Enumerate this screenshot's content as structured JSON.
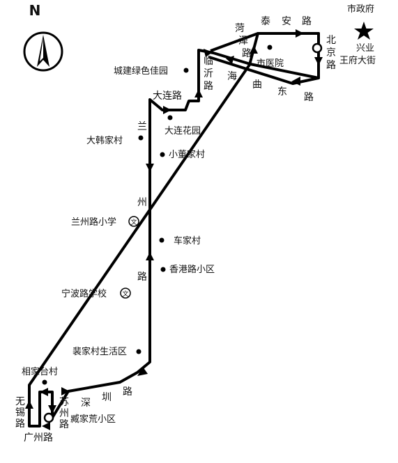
{
  "north_label": "N",
  "colors": {
    "route": "#000000",
    "background": "#ffffff",
    "text": "#111111"
  },
  "icons": [
    "north-arrow-compass-icon",
    "government-star-icon",
    "school-icon",
    "bus-terminal-icon",
    "stop-dot-icon",
    "direction-arrow-icon"
  ],
  "roads": {
    "taian": [
      "泰",
      "安",
      "路"
    ],
    "heze": [
      "菏",
      "泽",
      "路"
    ],
    "beijing": [
      "北",
      "京",
      "路"
    ],
    "haiqudong": [
      "海",
      "曲",
      "东",
      "路"
    ],
    "linyi": [
      "临",
      "沂",
      "路"
    ],
    "dalian": "大连路",
    "lanzhou": [
      "兰",
      "州",
      "路"
    ],
    "shenzhen": [
      "深",
      "圳",
      "路"
    ],
    "suzhou": [
      "苏",
      "州",
      "路"
    ],
    "wuxi": [
      "无",
      "锡",
      "路"
    ],
    "guangzhou": "广州路"
  },
  "places": {
    "city_gov": "市政府",
    "xingye": [
      "兴业",
      "王府大街"
    ],
    "city_hospital": "市医院",
    "chengjian": "城建绿色佳园",
    "dalian_garden": "大连花园",
    "dahan": "大韩家村",
    "xiaodong": "小董家村",
    "lanzhou_school": "兰州路小学",
    "chejia": "车家村",
    "xianggang": "香港路小区",
    "ningbo_school": "宁波路学校",
    "peijia": "裴家村生活区",
    "xiangjiatai": "相家台村",
    "zangjiahuang": "臧家荒小区"
  }
}
